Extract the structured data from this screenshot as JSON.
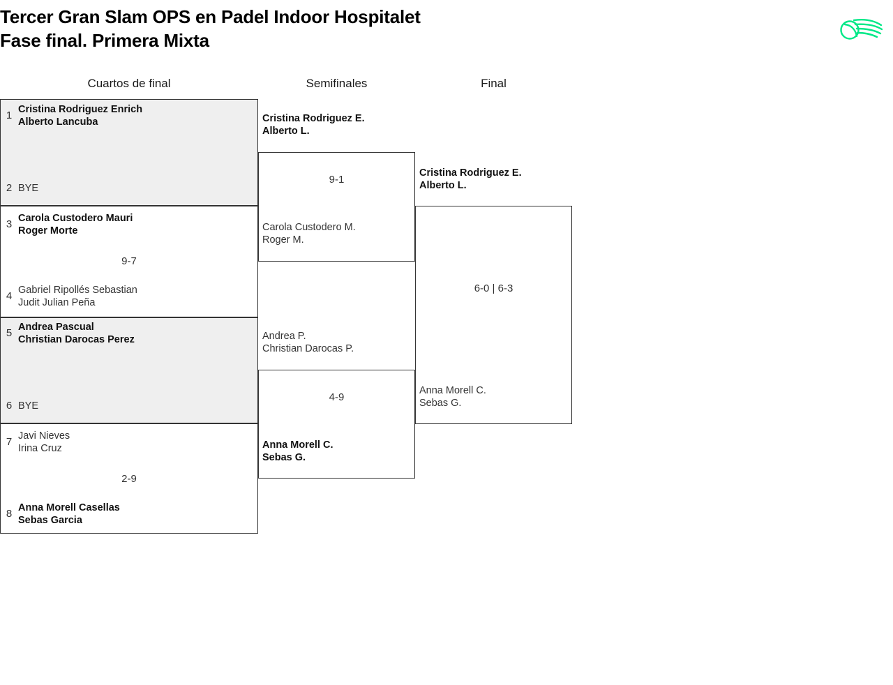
{
  "header": {
    "title_line1": "Tercer Gran Slam OPS en Padel Indoor Hospitalet",
    "title_line2": "Fase final. Primera Mixta",
    "logo_name": "padel-ball-swoosh-logo",
    "logo_color": "#00e887"
  },
  "rounds": {
    "quarterfinals_label": "Cuartos de final",
    "semifinals_label": "Semifinales",
    "final_label": "Final"
  },
  "quarterfinals": [
    {
      "seed_top": "1",
      "top_team": "Cristina Rodriguez Enrich\nAlberto Lancuba",
      "seed_bottom": "2",
      "bottom_team": "BYE",
      "score": "",
      "shaded": true
    },
    {
      "seed_top": "3",
      "top_team": "Carola Custodero Mauri\nRoger Morte",
      "seed_bottom": "4",
      "bottom_team": "Gabriel Ripollés Sebastian\nJudit Julian Peña",
      "score": "9-7",
      "shaded": false
    },
    {
      "seed_top": "5",
      "top_team": "Andrea Pascual\nChristian Darocas Perez",
      "seed_bottom": "6",
      "bottom_team": "BYE",
      "score": "",
      "shaded": true
    },
    {
      "seed_top": "7",
      "top_team": "Javi Nieves\nIrina Cruz",
      "seed_bottom": "8",
      "bottom_team": "Anna Morell Casellas\nSebas Garcia",
      "score": "2-9",
      "shaded": false
    }
  ],
  "semifinals": [
    {
      "top_team": "Cristina Rodriguez E.\nAlberto L.",
      "bottom_team": "Carola Custodero M.\nRoger M.",
      "score": "9-1"
    },
    {
      "top_team": "Andrea P.\nChristian Darocas P.",
      "bottom_team": "Anna Morell C.\nSebas G.",
      "score": "4-9"
    }
  ],
  "final": {
    "top_team": "Cristina Rodriguez E.\nAlberto L.",
    "bottom_team": "Anna Morell C.\nSebas G.",
    "score": "6-0 | 6-3"
  }
}
